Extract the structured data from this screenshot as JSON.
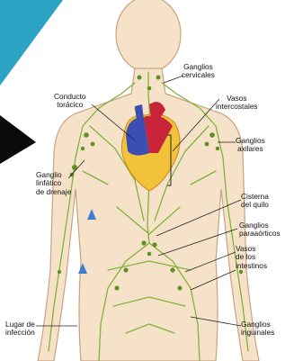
{
  "labels": {
    "cervical": "Ganglios\ncervicales",
    "thoracic_duct": "Conducto\ntorácico",
    "intercostal": "Vasos\nintercostales",
    "axillary": "Ganglios\naxilares",
    "lymph_drain": "Ganglio\nlinfático\nde drenaje",
    "cisterna": "Cisterna\ndel quilo",
    "paraaortic": "Ganglios\nparaaórticos",
    "intestinal": "Vasos\nde los\nintestinos",
    "infection": "Lugar de\ninfección",
    "inguinal": "Ganglios\ninguinales"
  },
  "colors": {
    "corner_accent": "#2aa3c4",
    "body_fill": "#f6e2c8",
    "body_outline": "#c9a27f",
    "lymph": "#7fb33a",
    "lymph_dark": "#5e8f24",
    "heart_red": "#c8253a",
    "heart_blue": "#3b4fb3",
    "heart_yellow": "#f2c23a",
    "arrow": "#3f7fd0"
  }
}
